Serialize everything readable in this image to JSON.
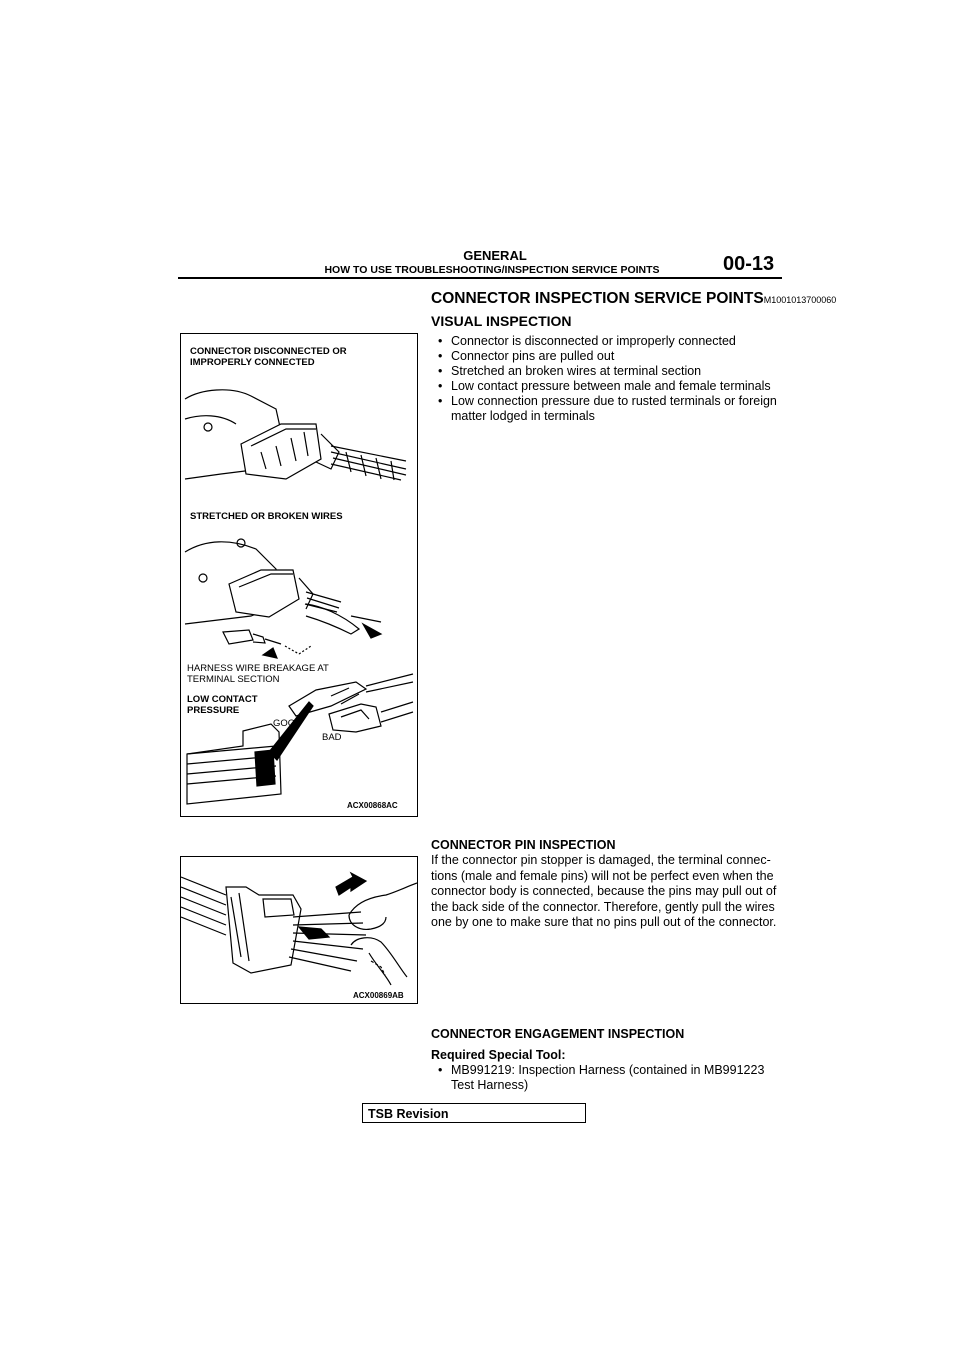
{
  "header": {
    "section": "GENERAL",
    "subsection": "HOW TO USE TROUBLESHOOTING/INSPECTION SERVICE POINTS",
    "page_number": "00-13"
  },
  "main": {
    "title": "CONNECTOR INSPECTION SERVICE POINTS",
    "title_code": "M1001013700060",
    "visual": {
      "heading": "VISUAL INSPECTION",
      "items": [
        "Connector is disconnected or improperly connected",
        "Connector pins are pulled out",
        "Stretched an broken wires at terminal section",
        "Low contact pressure between male and female terminals",
        "Low connection pressure due to rusted terminals or foreign matter lodged in terminals"
      ]
    },
    "pin_inspection": {
      "heading": "CONNECTOR PIN INSPECTION",
      "body": "If the connector pin stopper is damaged, the terminal connec-tions (male and female pins) will not be perfect even when the connector body is connected, because the pins may pull out of the back side of the connector. Therefore, gently pull the wires one by one to make sure that no pins pull out of the connector."
    },
    "engagement": {
      "heading": "CONNECTOR ENGAGEMENT INSPECTION",
      "tool_label": "Required Special Tool:",
      "tools": [
        "MB991219: Inspection Harness (contained in MB991223 Test Harness)"
      ]
    }
  },
  "figure1": {
    "label_disconnected": "CONNECTOR DISCONNECTED OR IMPROPERLY CONNECTED",
    "label_stretched": "STRETCHED OR BROKEN WIRES",
    "label_harness": "HARNESS WIRE BREAKAGE AT TERMINAL SECTION",
    "label_low_contact": "LOW CONTACT PRESSURE",
    "label_good": "GOOD",
    "label_bad": "BAD",
    "code": "ACX00868AC"
  },
  "figure2": {
    "code": "ACX00869AB"
  },
  "footer": {
    "tsb": "TSB Revision"
  }
}
